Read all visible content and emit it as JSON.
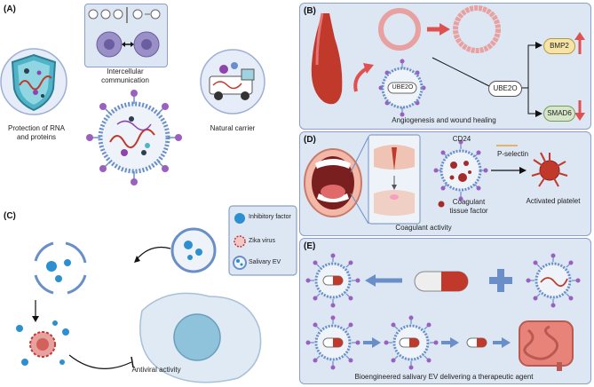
{
  "panelA": {
    "letter": "(A)",
    "labels": {
      "protection": "Protection of RNA and proteins",
      "intercellular": "Intercellular communication",
      "carrier": "Natural carrier"
    }
  },
  "panelB": {
    "letter": "(B)",
    "labels": {
      "ube2o_center": "UBE2O",
      "ube2o_vesicle": "UBE2O",
      "bmp2": "BMP2",
      "smad6": "SMAD6",
      "caption": "Angiogenesis and wound healing"
    }
  },
  "panelC": {
    "letter": "(C)",
    "legend": {
      "inhibitory": "Inhibitory factor",
      "zika": "Zika virus",
      "salivary": "Salivary EV"
    },
    "caption": "Antiviral activity"
  },
  "panelD": {
    "letter": "(D)",
    "labels": {
      "cd24": "CD24",
      "pselectin": "P-selectin",
      "coagulant": "Coagulant tissue factor",
      "platelet": "Activated platelet",
      "caption": "Coagulant activity"
    }
  },
  "panelE": {
    "letter": "(E)",
    "caption": "Bioengineered salivary EV delivering a therapeutic agent"
  },
  "colors": {
    "panel_bg": "#dde6f3",
    "panel_border": "#8aa0c8",
    "red": "#c0392b",
    "arrow_blue": "#6f8fc0",
    "bmp2_fill": "#f6e3a6",
    "smad6_fill": "#d6e6c8"
  }
}
